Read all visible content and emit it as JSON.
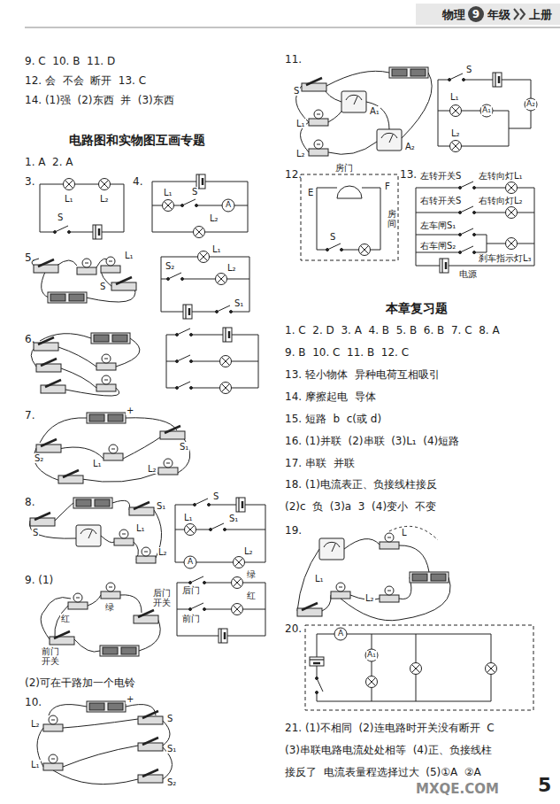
{
  "diagram": {
    "labels": [
      "物理",
      "9",
      "年级",
      "上册",
      "9. C  10. B  11. D",
      "12. 会  不会  断开  13. C",
      "14. (1)强  (2)东西  并  (3)东西",
      "电路图和实物图互画专题",
      "1. A  2. A",
      "3.",
      "L₁",
      "L₂",
      "S",
      "4.",
      "L₁",
      "S",
      "A",
      "L₂",
      "5.",
      "L₁",
      "S",
      "L₁",
      "S₂",
      "L₂",
      "S₁",
      "6.",
      "7.",
      "+",
      "S₁",
      "S₂",
      "L₁",
      "L₂",
      "8.",
      "S",
      "S₁",
      "L₁",
      "L₂",
      "S",
      "L₁",
      "S₁",
      "L₂",
      "A",
      "9. (1)",
      "红",
      "绿",
      "后门 开关",
      "前门 开关",
      "后门",
      "绿",
      "前门",
      "红",
      "(2)可在干路加一个电铃",
      "10.",
      "+",
      "L₂",
      "S",
      "S₁",
      "L₁",
      "S₂",
      "11.",
      "S",
      "L₁",
      "A₁",
      "L₂",
      "A₂",
      "S",
      "L₁",
      "A₁",
      "A₂",
      "L₂",
      "12.",
      "房门",
      "E",
      "F",
      "房间",
      "S",
      "13.",
      "左转开关S",
      "左转向灯L₁",
      "右转开关S",
      "右转向灯L₂",
      "左车闸S₁",
      "右车闸S₂",
      "刹车指示灯L₃",
      "电源",
      "本章复习题",
      "1. C  2. D  3. A  4. B  5. B  6. B  7. C  8. A",
      "9. B  10. C  11. B  12. C",
      "13. 轻小物体  异种电荷互相吸引",
      "14. 摩擦起电  导体",
      "15. 短路  b  c(或 d)",
      "16. (1)并联  (2)串联  (3)L₁  (4)短路",
      "17. 串联  并联",
      "18. (1)电流表正、负接线柱接反",
      "(2)c  负  (3)a  3  (4)变小  不变",
      "19.",
      "L",
      "L₁",
      "L₂",
      "20.",
      "A",
      "A₁",
      "21. (1)不相同  (2)连电路时开关没有断开  C",
      "(3)串联电路电流处处相等  (4)正、负接线柱",
      "接反了  电流表量程选择过大  (5)①A  ②A",
      "MXQE.COM",
      "5"
    ]
  }
}
